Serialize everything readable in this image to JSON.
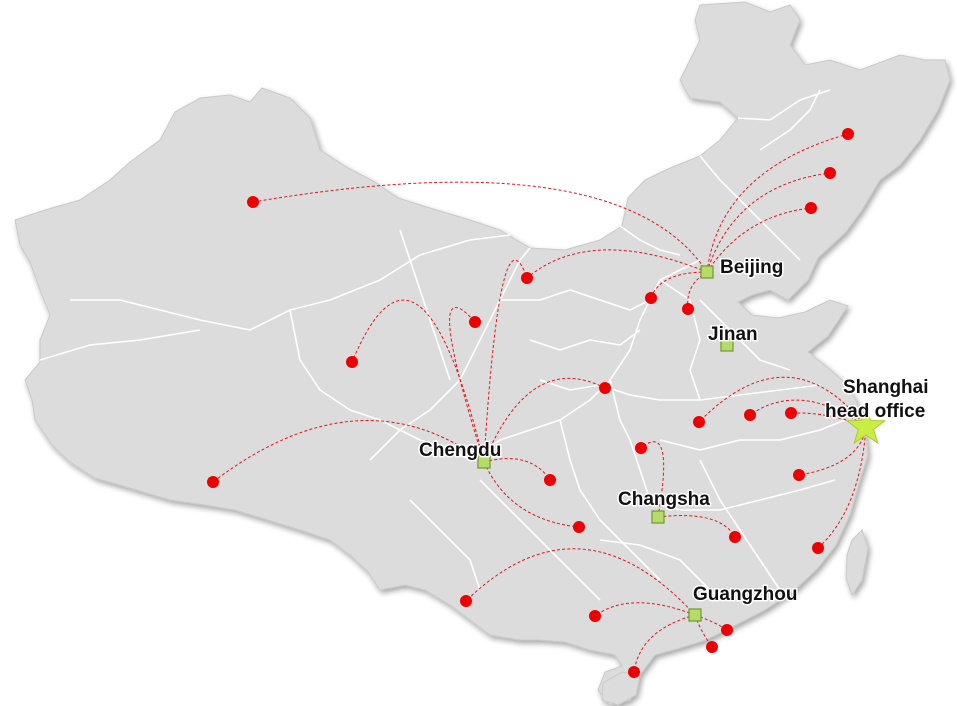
{
  "map": {
    "land_color": "#dcdcdc",
    "border_color": "#ffffff",
    "route_color": "#e3141b",
    "dot_color": "#ee0000",
    "hub_fill": "#b5db6b",
    "hub_stroke": "#6e9a2a",
    "star_color": "#c8ee44",
    "hubs": [
      {
        "id": "beijing",
        "label": "Beijing"
      },
      {
        "id": "jinan",
        "label": "Jinan"
      },
      {
        "id": "chengdu",
        "label": "Chengdu"
      },
      {
        "id": "changsha",
        "label": "Changsha"
      },
      {
        "id": "guangzhou",
        "label": "Guangzhou"
      }
    ],
    "head_office": {
      "line1": "Shanghai",
      "line2": "head office",
      "icon": "star-icon"
    }
  }
}
